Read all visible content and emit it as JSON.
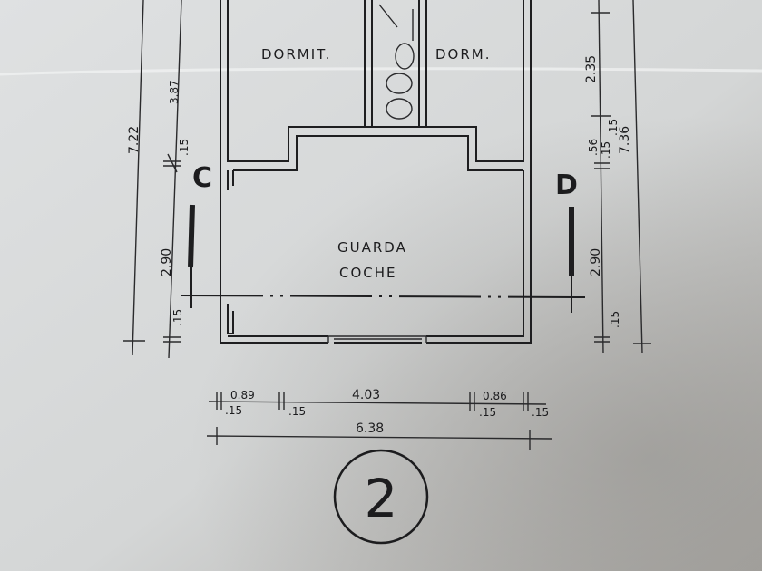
{
  "drawing": {
    "rooms": {
      "bedroom_left": "DORMIT.",
      "bedroom_right": "DORM.",
      "garage_line1": "GUARDA",
      "garage_line2": "COCHE"
    },
    "section_marks": {
      "left": "C",
      "right": "D"
    },
    "sheet_number": "2",
    "dimensions_left": {
      "total": "7.22",
      "upper": "3.87",
      "wall_mid": ".15",
      "garage": "2.90",
      "wall_bottom": ".15"
    },
    "dimensions_right": {
      "total": "7.36",
      "upper": "2.35",
      "step": ".56",
      "wall_a": ".15",
      "wall_b": ".15",
      "garage": "2.90",
      "wall_bottom": ".15"
    },
    "dimensions_bottom": {
      "wall_left": ".15",
      "opening_left": "0.89",
      "wall_left_inner": ".15",
      "door": "4.03",
      "wall_right_inner": ".15",
      "opening_right": "0.86",
      "wall_right": ".15",
      "total": "6.38"
    }
  }
}
